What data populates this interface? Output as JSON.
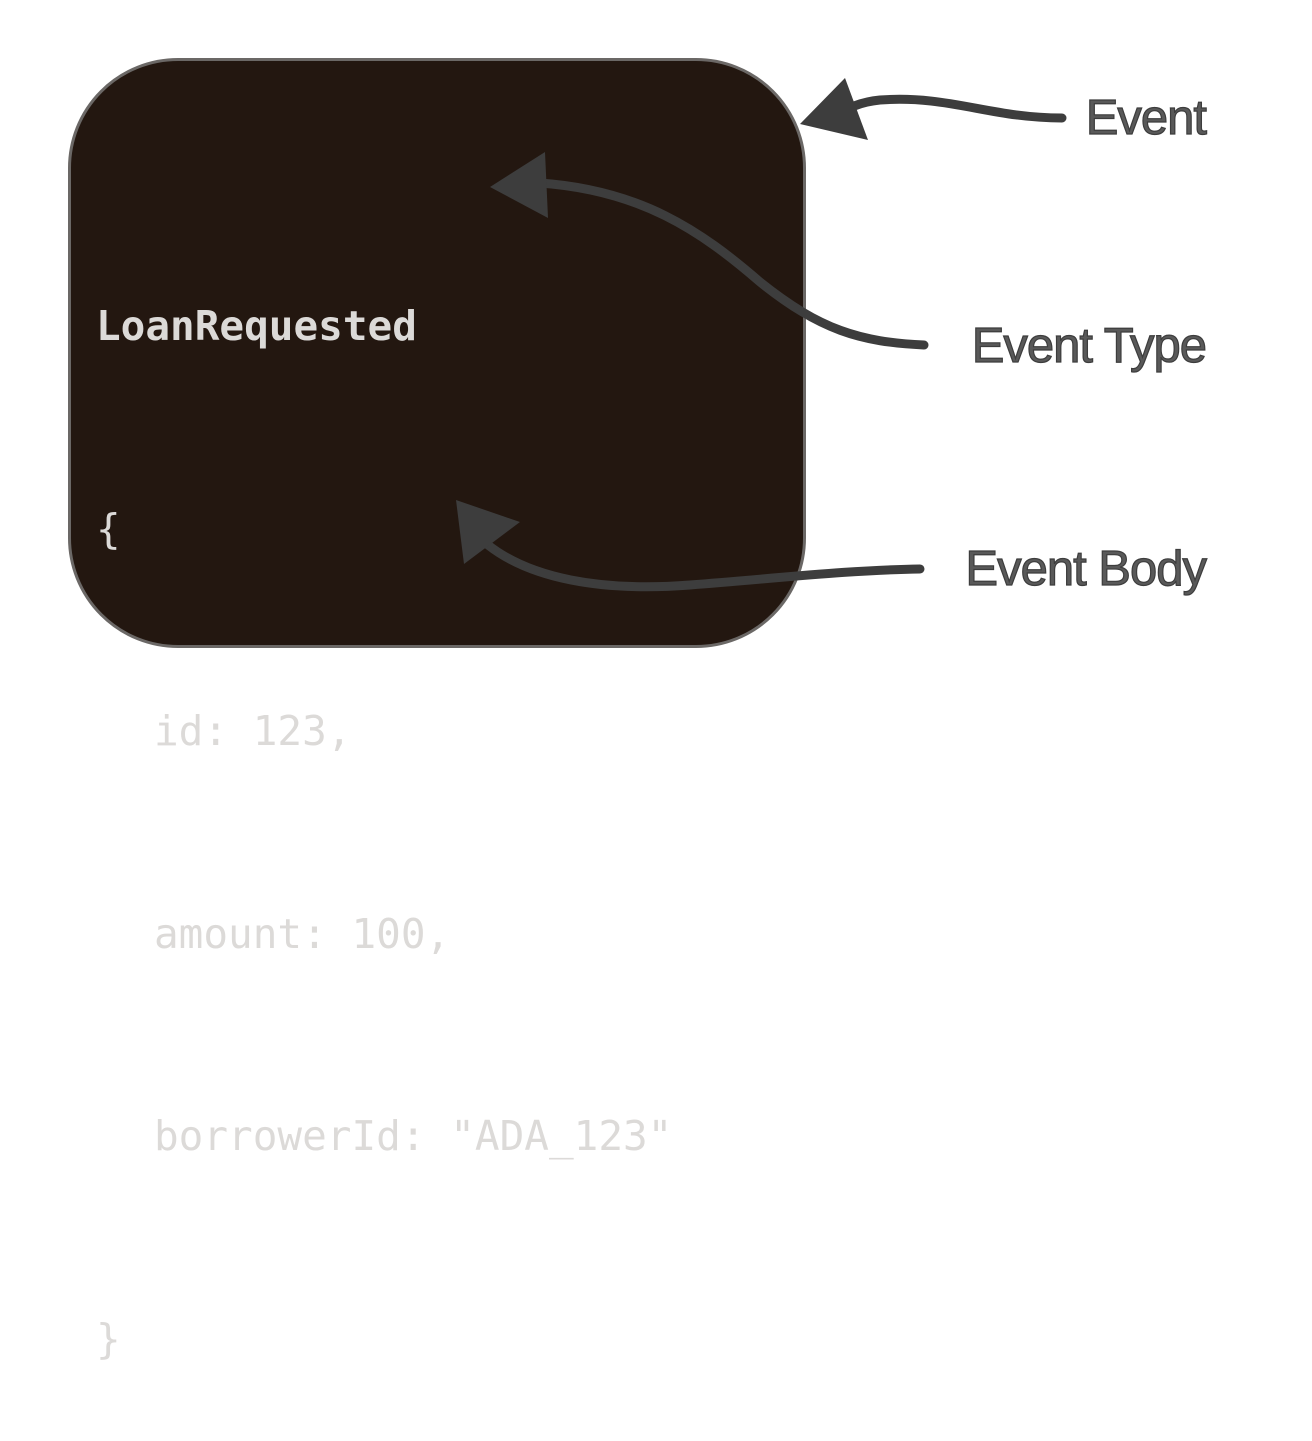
{
  "event_card": {
    "type_name": "LoanRequested",
    "open_brace": "{",
    "fields": [
      {
        "text": "id: 123,"
      },
      {
        "text": "amount: 100,"
      },
      {
        "text": "borrowerId: \"ADA_123\""
      }
    ],
    "close_brace": "}"
  },
  "labels": {
    "event": "Event",
    "event_type": "Event Type",
    "event_body": "Event Body"
  },
  "colors": {
    "card_background": "#231710",
    "card_border": "#6b6866",
    "code_text": "#dcdad8",
    "arrow": "#3d3d3d",
    "label_text": "#595959"
  }
}
